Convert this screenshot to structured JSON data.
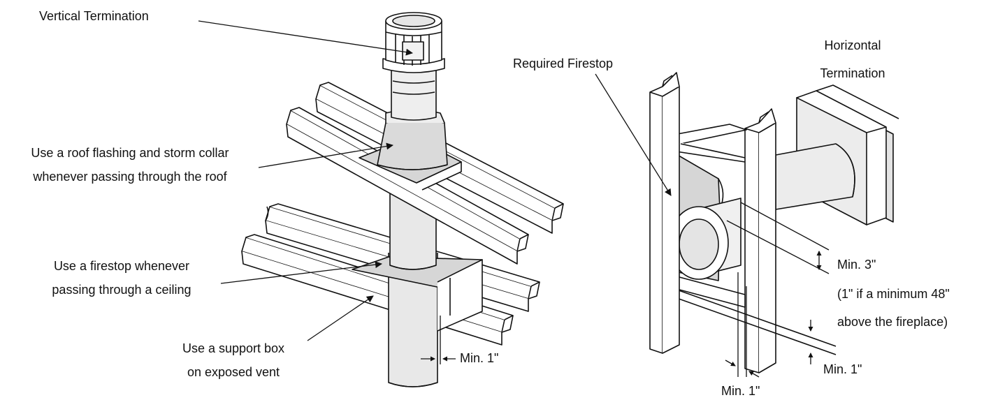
{
  "labels": {
    "vertical_termination": "Vertical Termination",
    "roof_flashing_line1": "Use a roof flashing and storm collar",
    "roof_flashing_line2": "whenever passing through the roof",
    "firestop_ceiling_line1": "Use a firestop whenever",
    "firestop_ceiling_line2": "passing through a ceiling",
    "support_box_line1": "Use a support box",
    "support_box_line2": "on exposed vent",
    "min1_vertical": "Min. 1\"",
    "required_firestop": "Required Firestop",
    "horizontal_termination_line1": "Horizontal",
    "horizontal_termination_line2": "Termination",
    "min3": "Min. 3\"",
    "min3_note_line1": "(1\" if a minimum 48\"",
    "min3_note_line2": "above the fireplace)",
    "min1_right": "Min. 1\"",
    "min1_bottom": "Min. 1\""
  },
  "colors": {
    "line": "#111111",
    "shade_light": "#ececec",
    "shade_mid": "#d2d2d2",
    "paper": "#ffffff"
  }
}
